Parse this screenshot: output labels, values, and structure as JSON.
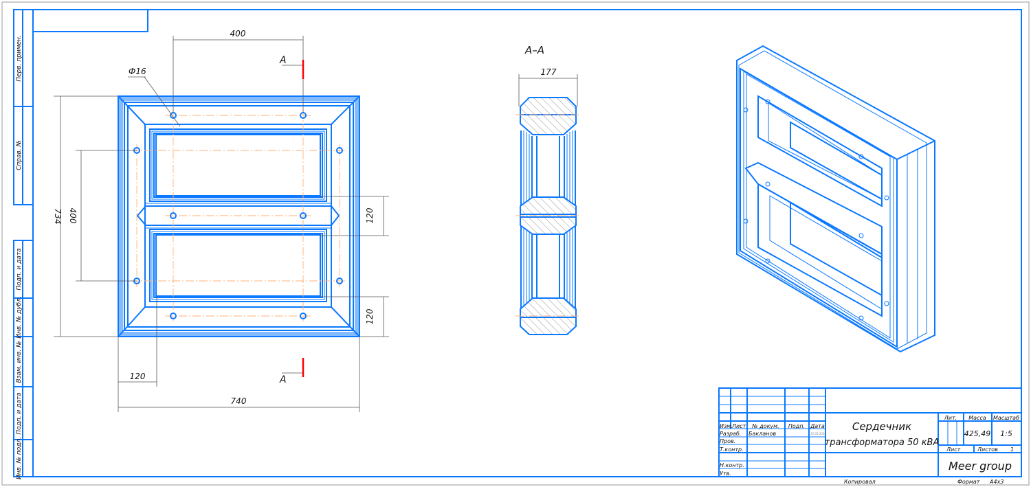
{
  "colors": {
    "line": "#0a78ff",
    "section_mark": "#ff0000",
    "centerline": "#ffb27a"
  },
  "side_strip": [
    "Перв. примен.",
    "Справ. №",
    "Подп. и дата",
    "Инв. № дубл.",
    "Взам. инв. №",
    "Подп. и дата",
    "Инв. № подл."
  ],
  "front_view": {
    "dims": {
      "top": "400",
      "hole": "Ф16",
      "height": "734",
      "hole_pitch": "400",
      "right_upper": "120",
      "right_lower": "120",
      "bottom_small": "120",
      "width": "740"
    },
    "section_mark_top": "A",
    "section_mark_bottom": "A"
  },
  "section_view": {
    "title": "A–A",
    "width_dim": "177"
  },
  "title_block": {
    "headers": {
      "izm": "Изм.",
      "list": "Лист",
      "doc": "№ докум.",
      "sign": "Подп.",
      "date": "Дата"
    },
    "roles": [
      "Разраб.",
      "Пров.",
      "Т.контр.",
      "",
      "Н.контр.",
      "Утв."
    ],
    "developer": "Бакланов",
    "date_value": "15.05.2020",
    "title_line1": "Сердечник",
    "title_line2": "трансформатора  50 кВА",
    "lit_label": "Лит.",
    "mass_label": "Масса",
    "scale_label": "Масштаб",
    "mass_value": "425,49",
    "scale_value": "1:5",
    "sheet_label": "Лист",
    "sheets_label": "Листов",
    "sheets_value": "1",
    "company": "Meer group",
    "copied": "Копировал",
    "format_label": "Формат",
    "format_value": "A4x3"
  }
}
